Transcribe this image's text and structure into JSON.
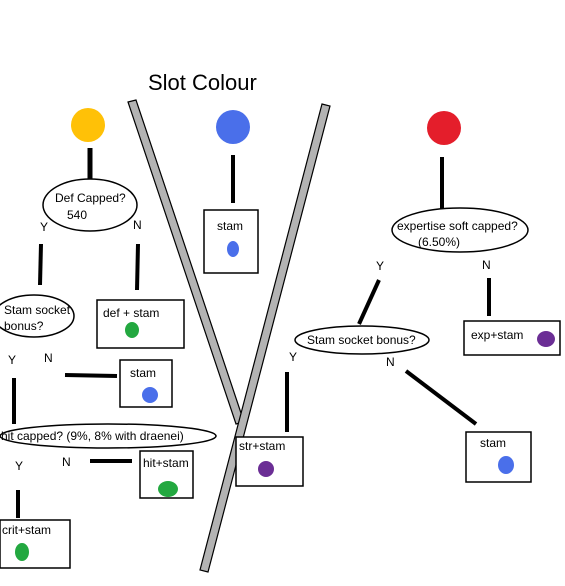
{
  "title": "Slot Colour",
  "colors": {
    "yellow": "#FFC107",
    "blue": "#4A6FEA",
    "red": "#E41E2B",
    "green": "#23A840",
    "purple": "#6B2E95",
    "divider_fill": "#B3B3B3",
    "ink": "#000000"
  },
  "yellow_branch": {
    "def_capped": {
      "line1": "Def Capped?",
      "line2": "540"
    },
    "yes_label": "Y",
    "no_label": "N",
    "def_stam_box": "def + stam",
    "stam_socket": {
      "line1": "Stam socket",
      "line2": "bonus?"
    },
    "stam_socket_yes": "Y",
    "stam_socket_no": "N",
    "stam_box": "stam",
    "hit_capped": "hit capped?   (9%, 8% with draenei)",
    "hit_yes": "Y",
    "hit_no": "N",
    "hit_stam_box": "hit+stam",
    "crit_stam_box": "crit+stam"
  },
  "blue_branch": {
    "stam_box": "stam"
  },
  "red_branch": {
    "expertise": {
      "line1": "expertise soft capped?",
      "line2": "(6.50%)"
    },
    "yes_label": "Y",
    "no_label": "N",
    "exp_stam_box": "exp+stam",
    "stam_socket_bonus": "Stam socket bonus?",
    "socket_yes": "Y",
    "socket_no": "N",
    "str_stam_box": "str+stam",
    "stam_box": "stam"
  }
}
